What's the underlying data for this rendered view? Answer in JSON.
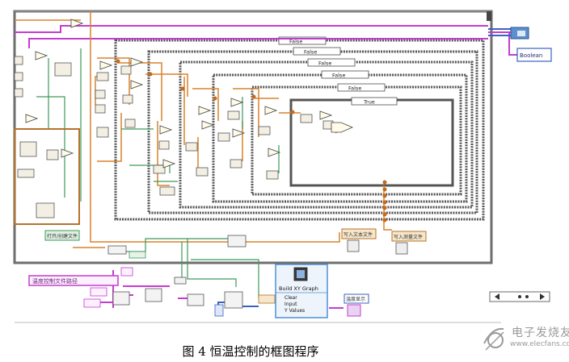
{
  "colors": {
    "wire_orange": "#d9822b",
    "wire_pink": "#c43ccf",
    "wire_green": "#3d9a5b",
    "wire_blue": "#3a62c0",
    "frame_gray": "#6e6e6e",
    "structure_border": "#555555",
    "panel_blue": "#4d8fd6",
    "panel_bg": "#eef4fb"
  },
  "case_selectors": [
    "False",
    "False",
    "False",
    "False",
    "False",
    "True"
  ],
  "build_graph": {
    "title": "Build XY Graph",
    "inputs": [
      "Clear",
      "Input",
      "Y Values"
    ]
  },
  "string_constant": "温度控制文件路径",
  "file_labels": [
    "写入文本文件",
    "写入测量文件",
    "打开/创建文件",
    "温度显示"
  ],
  "indicator_label": "Boolean",
  "caption": "图 4  恒温控制的框图程序",
  "watermark": {
    "cn": "电子发烧友",
    "url": "www.elecfans.com",
    "icon": "elecfans-logo-icon"
  }
}
